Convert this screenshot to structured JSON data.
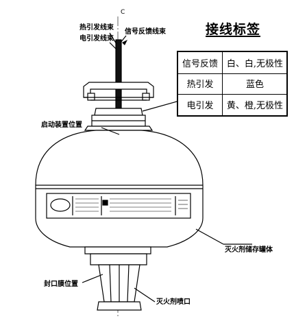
{
  "title": "接线标签",
  "table": [
    {
      "key": "信号反馈",
      "value": "白、白,无极性"
    },
    {
      "key": "热引发",
      "value": "蓝色"
    },
    {
      "key": "电引发",
      "value": "黄、橙,无极性"
    }
  ],
  "callouts": {
    "axis_mark": "C",
    "thermal_lead": "热引发线束",
    "electric_lead": "电引发线束",
    "signal_lead": "信号反馈线束",
    "actuator_position": "启动装置位置",
    "tank": "灭火剂储存罐体",
    "seal_position": "封口膜位置",
    "nozzle": "灭火剂喷口"
  }
}
